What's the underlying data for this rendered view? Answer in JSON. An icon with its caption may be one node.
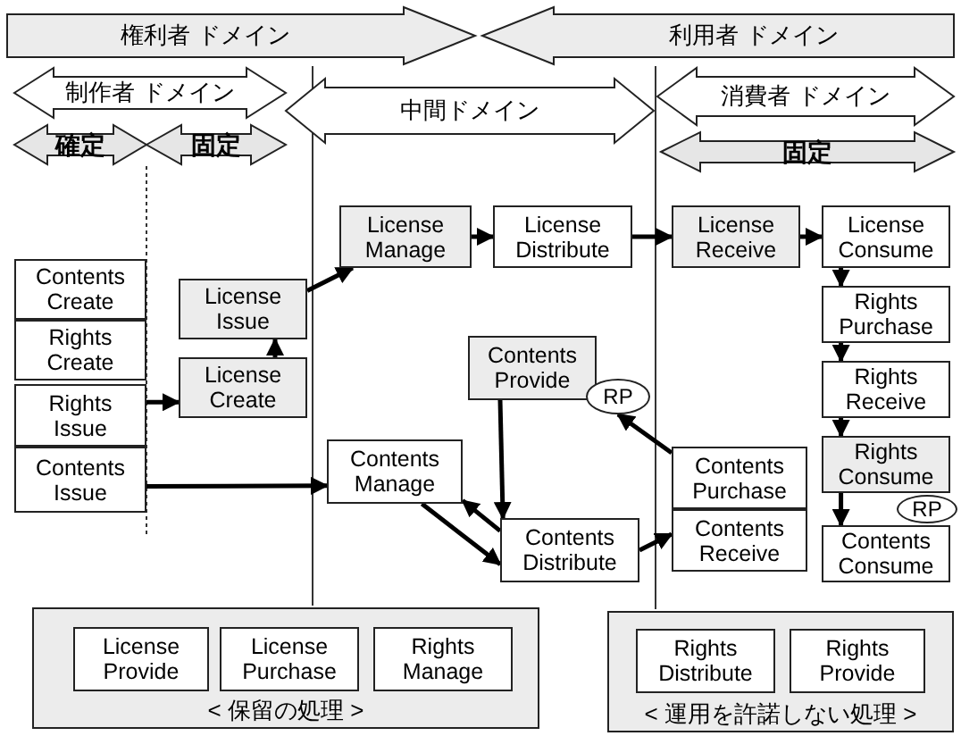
{
  "diagram": {
    "nodes": [
      {
        "text": [
          "権利者 ドメイン"
        ]
      },
      {
        "text": [
          "利用者 ドメイン"
        ]
      },
      {
        "text": [
          "制作者 ドメイン"
        ]
      },
      {
        "text": [
          "中間ドメイン"
        ]
      },
      {
        "text": [
          "消費者 ドメイン"
        ]
      },
      {
        "text": [
          "確定"
        ]
      },
      {
        "text": [
          "固定"
        ]
      },
      {
        "text": [
          "固定"
        ]
      },
      {
        "text": [
          "License Manage"
        ]
      },
      {
        "text": [
          "License Distribute"
        ]
      },
      {
        "text": [
          "License Receive"
        ]
      },
      {
        "text": [
          "License Consume"
        ]
      },
      {
        "text": [
          "Contents Create"
        ]
      },
      {
        "text": [
          "License Issue"
        ]
      },
      {
        "text": [
          "Rights Purchase"
        ]
      },
      {
        "text": [
          "Rights Create"
        ]
      },
      {
        "text": [
          "License Create"
        ]
      },
      {
        "text": [
          "Contents Provide"
        ]
      },
      {
        "text": [
          "RP"
        ]
      },
      {
        "text": [
          "Rights Receive"
        ]
      },
      {
        "text": [
          "Rights Issue"
        ]
      },
      {
        "text": [
          "Contents Manage"
        ]
      },
      {
        "text": [
          "Rights Consume"
        ]
      },
      {
        "text": [
          "Contents Purchase"
        ]
      },
      {
        "text": [
          "RP"
        ]
      },
      {
        "text": [
          "Contents Consume"
        ]
      },
      {
        "text": [
          "Contents Issue"
        ]
      },
      {
        "text": [
          "Contents Receive"
        ]
      },
      {
        "text": [
          "Contents Distribute"
        ]
      },
      {
        "text": [
          "< 保留の処理 >"
        ]
      },
      {
        "text": [
          "License Provide"
        ],
        "in": 29
      },
      {
        "text": [
          "License Purchase"
        ],
        "in": 29
      },
      {
        "text": [
          "Rights Manage"
        ],
        "in": 29
      },
      {
        "text": [
          "< 運用を許諾しない処理 >"
        ]
      },
      {
        "text": [
          "Rights Distribute"
        ],
        "in": 33
      },
      {
        "text": [
          "Rights Provide"
        ],
        "in": 33
      }
    ],
    "edges": [
      {
        "from": 20,
        "to": 16,
        "arrow": "to"
      },
      {
        "from": 16,
        "to": 13,
        "arrow": "to"
      },
      {
        "from": 13,
        "to": 8,
        "arrow": "to"
      },
      {
        "from": 8,
        "to": 9,
        "arrow": "to"
      },
      {
        "from": 9,
        "to": 10,
        "arrow": "to"
      },
      {
        "from": 10,
        "to": 11,
        "arrow": "to"
      },
      {
        "from": 11,
        "to": 14,
        "arrow": "to"
      },
      {
        "from": 14,
        "to": 19,
        "arrow": "to"
      },
      {
        "from": 19,
        "to": 22,
        "arrow": "to"
      },
      {
        "from": 22,
        "to": 25,
        "arrow": "to"
      },
      {
        "from": 26,
        "to": 21,
        "arrow": "to"
      },
      {
        "from": 21,
        "to": 28,
        "arrow": "to"
      },
      {
        "from": 28,
        "to": 21,
        "arrow": "to"
      },
      {
        "from": 17,
        "to": 28,
        "arrow": "to"
      },
      {
        "from": 28,
        "to": 27,
        "arrow": "to"
      },
      {
        "from": 23,
        "to": 18,
        "arrow": "to"
      }
    ]
  }
}
